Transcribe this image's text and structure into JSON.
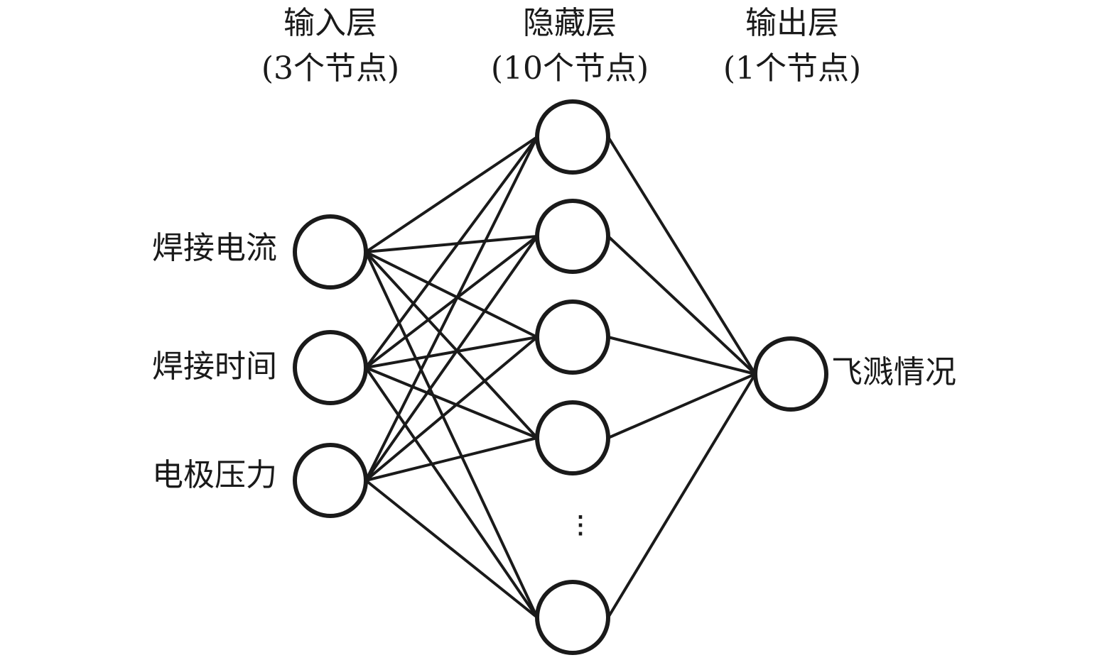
{
  "layers": [
    {
      "title": "输入层",
      "count_label": "(3个节点)"
    },
    {
      "title": "隐藏层",
      "count_label": "(10个节点)"
    },
    {
      "title": "输出层",
      "count_label": "(1个节点)"
    }
  ],
  "inputs": [
    "焊接电流",
    "焊接时间",
    "电极压力"
  ],
  "hidden_drawn_nodes": 5,
  "ellipsis": "⋮",
  "output": "飞溅情况"
}
